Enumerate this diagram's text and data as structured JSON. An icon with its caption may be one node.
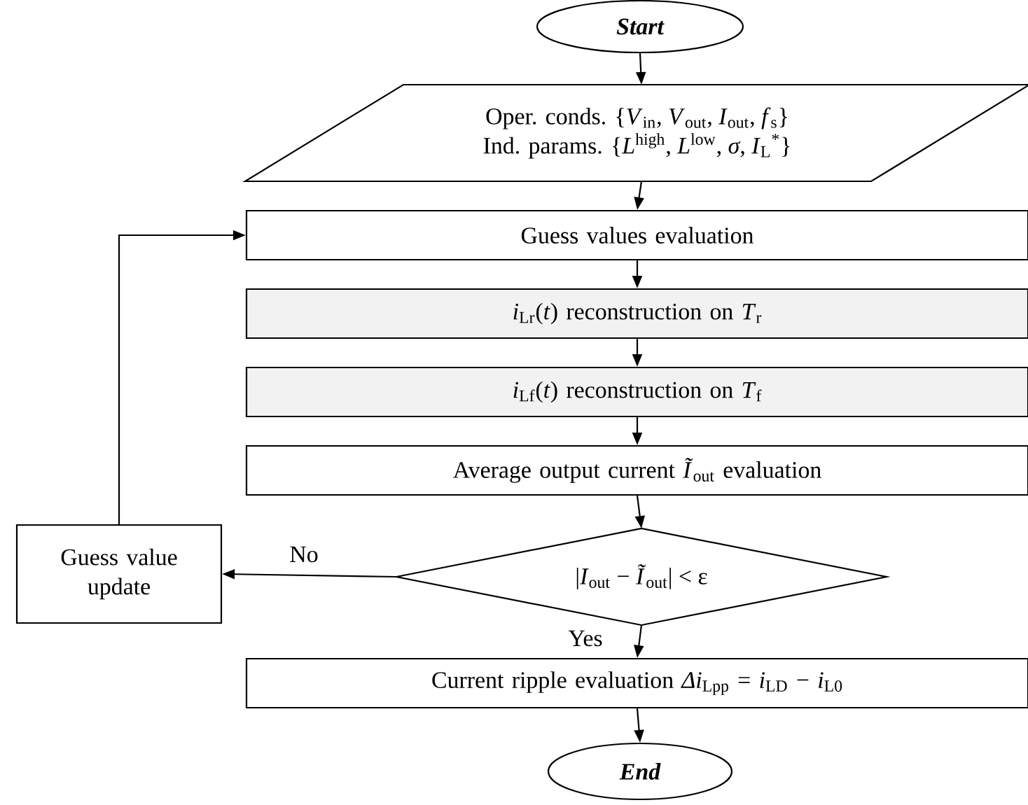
{
  "diagram": {
    "nodes": [
      {
        "text": [
          "Start"
        ]
      },
      {
        "text": [
          "Oper. conds. {*V*$_{in}$, *V*$_{out}$, *I*$_{out}$, *f*$_{s}$}",
          "Ind. params. {*L*$^{high}$, *L*$^{low}$, *σ*, *I*$_{L}$$^{*}$}"
        ]
      },
      {
        "text": [
          "Guess values evaluation"
        ]
      },
      {
        "text": [
          "*i*$_{Lr}$(*t*) reconstruction on *T*$_{r}$"
        ]
      },
      {
        "text": [
          "*i*$_{Lf}$(*t*) reconstruction on *T*$_{f}$"
        ]
      },
      {
        "text": [
          "Average output current *Ĩ*$_{out}$ evaluation"
        ]
      },
      {
        "text": [
          "|*I*$_{out}$ − *Ĩ*$_{out}$| < ε"
        ]
      },
      {
        "text": [
          "Guess value update"
        ]
      },
      {
        "text": [
          "Current ripple evaluation *Δi*$_{Lpp}$ = *i*$_{LD}$ − *i*$_{L0}$"
        ]
      },
      {
        "text": [
          "End"
        ]
      }
    ],
    "edges": [
      {
        "from": 0,
        "to": 1,
        "arrow": "to"
      },
      {
        "from": 1,
        "to": 2,
        "arrow": "to"
      },
      {
        "from": 2,
        "to": 3,
        "arrow": "to"
      },
      {
        "from": 3,
        "to": 4,
        "arrow": "to"
      },
      {
        "from": 4,
        "to": 5,
        "arrow": "to"
      },
      {
        "from": 5,
        "to": 6,
        "arrow": "to"
      },
      {
        "from": 6,
        "to": 7,
        "arrow": "to",
        "label": "No"
      },
      {
        "from": 6,
        "to": 8,
        "arrow": "to",
        "label": "Yes"
      },
      {
        "from": 8,
        "to": 9,
        "arrow": "to"
      },
      {
        "from": 7,
        "to": 2,
        "arrow": "to"
      }
    ]
  }
}
